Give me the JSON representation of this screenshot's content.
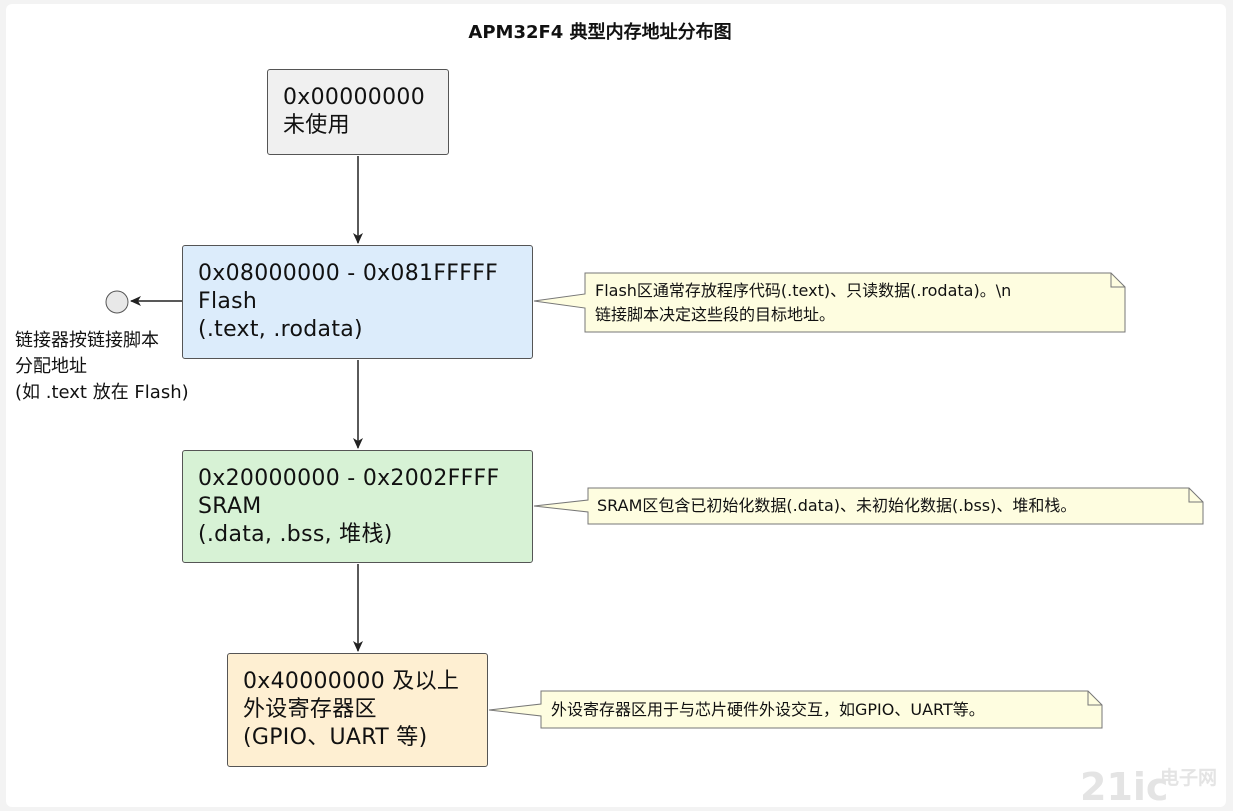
{
  "title": "APM32F4 典型内存地址分布图",
  "blocks": {
    "unused": {
      "line1": "0x00000000",
      "line2": "未使用",
      "color": "#f0f0f0"
    },
    "flash": {
      "line1": "0x08000000 - 0x081FFFFF",
      "line2": "Flash",
      "line3": "(.text, .rodata)",
      "color": "#dcecfb"
    },
    "sram": {
      "line1": "0x20000000 - 0x2002FFFF",
      "line2": "SRAM",
      "line3": "(.data, .bss, 堆栈)",
      "color": "#d7f2d5"
    },
    "periph": {
      "line1": "0x40000000 及以上",
      "line2": "外设寄存器区",
      "line3": "(GPIO、UART 等)",
      "color": "#feefd2"
    }
  },
  "notes": {
    "flash": {
      "line1": "Flash区通常存放程序代码(.text)、只读数据(.rodata)。\\n",
      "line2": "链接脚本决定这些段的目标地址。"
    },
    "sram": {
      "line1": "SRAM区包含已初始化数据(.data)、未初始化数据(.bss)、堆和栈。"
    },
    "periph": {
      "line1": "外设寄存器区用于与芯片硬件外设交互，如GPIO、UART等。"
    }
  },
  "side_label": {
    "line1": "链接器按链接脚本",
    "line2": "分配地址",
    "line3": "(如 .text 放在 Flash)"
  },
  "watermark": {
    "main": "21ic",
    "sub": "电子网"
  },
  "note_color": "#fefde0"
}
